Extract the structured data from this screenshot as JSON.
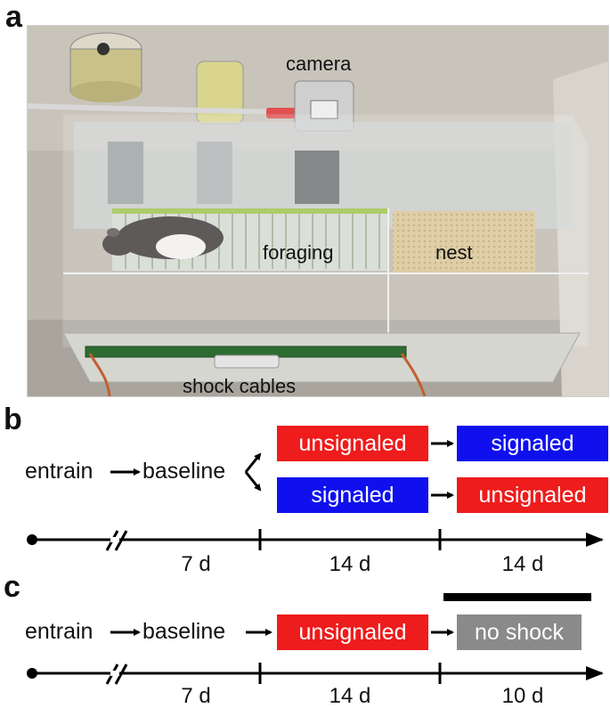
{
  "panels": {
    "a": {
      "letter": "a",
      "labels": {
        "camera": "camera",
        "foraging": "foraging",
        "nest": "nest",
        "shock_cables": "shock cables"
      }
    },
    "b": {
      "letter": "b",
      "steps": [
        "entrain",
        "baseline"
      ],
      "upper_row": [
        "unsignaled",
        "signaled"
      ],
      "lower_row": [
        "signaled",
        "unsignaled"
      ],
      "durations": [
        "7 d",
        "14 d",
        "14 d"
      ]
    },
    "c": {
      "letter": "c",
      "steps": [
        "entrain",
        "baseline"
      ],
      "phase": "unsignaled",
      "final": "no shock",
      "durations": [
        "7 d",
        "14 d",
        "10 d"
      ]
    }
  },
  "colors": {
    "unsignaled": "#ee1c1c",
    "signaled": "#1010ee",
    "no_shock": "#8a8a8a",
    "bar": "#000000"
  }
}
